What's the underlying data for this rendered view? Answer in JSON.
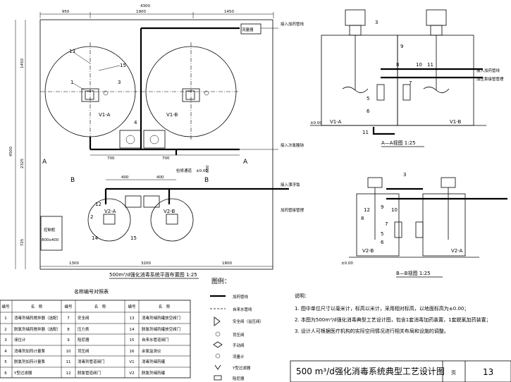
{
  "plan": {
    "dims_top": [
      "950",
      "1900",
      "1450"
    ],
    "dim_top_total": "4300",
    "dims_left": [
      "1450",
      "2325",
      "725"
    ],
    "dim_left_total": "4500",
    "dims_bottom": [
      "1300",
      "3200",
      "1800"
    ],
    "dims_mid": [
      "700",
      "700",
      "400",
      "400"
    ],
    "dim_880": "880",
    "level": "±0.00",
    "tank_a": "V1-A",
    "tank_b": "V1-B",
    "tank2_a": "V2-A",
    "tank2_b": "V2-B",
    "box_line1": "控制柜",
    "box_line2": "800x400",
    "section_a": "A",
    "section_b": "B",
    "note_feed": "接入加药管线",
    "note_dose": "接入次氯酸钠",
    "note_1": "接入加药管线",
    "note_2": "加压泵接管管理",
    "note_3": "接入漂浮氯",
    "note_4": "加药管接管理",
    "label_filter": "流量器",
    "label_check": "检修通道",
    "caption": "500m³/d强化消毒系统平面布置图 1:25",
    "tags": [
      "13",
      "15",
      "1",
      "3",
      "4",
      "12",
      "2",
      "14",
      "15"
    ]
  },
  "section_aa": {
    "caption": "A—A视图 1:25",
    "tank_left": "V1-A",
    "tank_right": "V1-B",
    "level": "±0.00",
    "tags": [
      "3",
      "9",
      "10",
      "11",
      "8",
      "7",
      "5",
      "6",
      "11"
    ]
  },
  "section_bb": {
    "caption": "B—B视图 1:25",
    "tank_left": "V2-B",
    "tank_right": "V2-A",
    "level": "±0.00",
    "tags": [
      "3",
      "12",
      "9",
      "8",
      "10",
      "7",
      "5",
      "6"
    ]
  },
  "legend": {
    "title": "图例：",
    "items": [
      "加药管线",
      "自来水管线",
      "安全阀（溢压阀）",
      "背压阀",
      "手动阀",
      "流量计",
      "Y型过滤器",
      "阻尼器"
    ]
  },
  "table": {
    "title": "名称编号对照表",
    "headers": [
      "编号",
      "名　称",
      "编号",
      "名　称",
      "编号",
      "名　称"
    ],
    "rows": [
      [
        "1",
        "消毒剂储药搅拌器（选配）",
        "7",
        "安全阀",
        "13",
        "消毒剂储药罐放空阀门"
      ],
      [
        "2",
        "脱氯剂储药搅拌器（选配）",
        "8",
        "压力表",
        "14",
        "脱氯剂储药罐放空阀门"
      ],
      [
        "3",
        "液位计",
        "9",
        "阻尼器",
        "15",
        "自来水管道阀门"
      ],
      [
        "4",
        "消毒剂加药计量泵",
        "10",
        "背压阀",
        "16",
        "余氯监测仪"
      ],
      [
        "5",
        "脱氯剂加药计量泵",
        "11",
        "消毒剂管道阀门",
        "V1",
        "消毒剂储药罐"
      ],
      [
        "6",
        "Y型过滤器",
        "12",
        "脱氯管道阀门",
        "V2",
        "脱氯剂储药罐"
      ]
    ]
  },
  "notes": {
    "title": "说明：",
    "items": [
      "1. 图中单位尺寸以毫米计，标高以米计，采用相对标高，以地面标高为±0.00；",
      "2. 本图为500m³/d强化消毒典型工艺设计图，包含1套消毒加药装置，1套脱氯加药装置；",
      "3. 设计人可根据医疗机构的实际空间情况进行相关布局和设施的调整。"
    ]
  },
  "titleblock": {
    "title": "500 m³/d强化消毒系统典型工艺设计图",
    "page_label": "页",
    "page_number": "13"
  }
}
